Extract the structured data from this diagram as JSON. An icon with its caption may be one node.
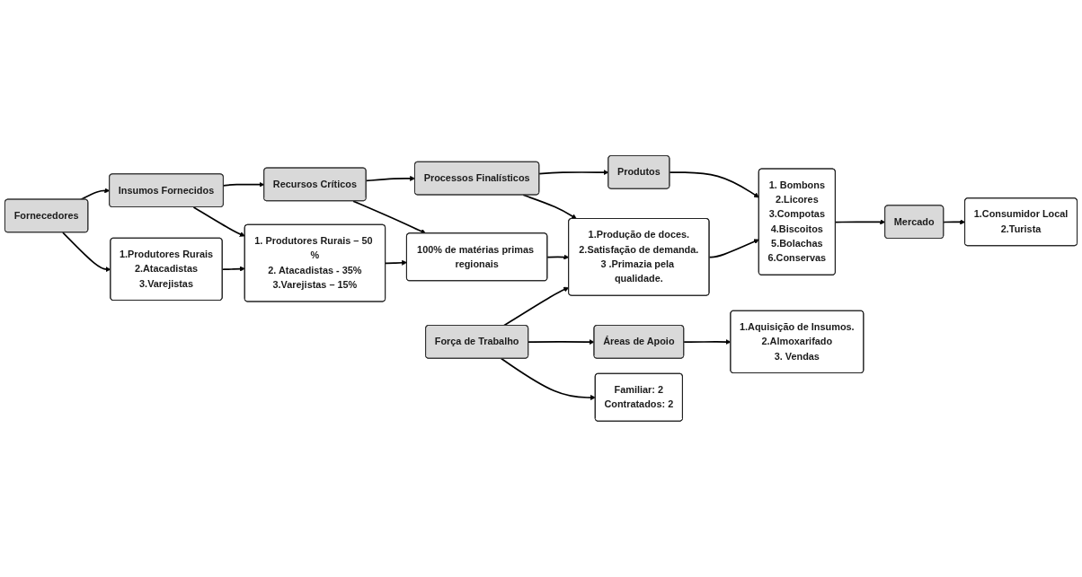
{
  "diagram": {
    "nodes": [
      {
        "text": [
          "Fornecedores"
        ]
      },
      {
        "text": [
          "Insumos Fornecidos"
        ]
      },
      {
        "text": [
          "Recursos Críticos"
        ]
      },
      {
        "text": [
          "Processos Finalísticos"
        ]
      },
      {
        "text": [
          "Produtos"
        ]
      },
      {
        "text": [
          "1.Produtores Rurais",
          "2.Atacadistas",
          "3.Varejistas"
        ]
      },
      {
        "text": [
          "1. Produtores Rurais – 50 %",
          "2. Atacadistas - 35%",
          "3.Varejistas – 15%"
        ]
      },
      {
        "text": [
          "100% de matérias primas regionais"
        ]
      },
      {
        "text": [
          "1.Produção de doces.",
          "2.Satisfação de demanda.",
          "3 .Primazia pela qualidade."
        ]
      },
      {
        "text": [
          "1. Bombons",
          "2.Licores",
          "3.Compotas",
          "4.Biscoitos",
          "5.Bolachas",
          "6.Conservas"
        ]
      },
      {
        "text": [
          "Força de Trabalho"
        ]
      },
      {
        "text": [
          "Áreas de Apoio"
        ]
      },
      {
        "text": [
          "Mercado"
        ]
      },
      {
        "text": [
          "Familiar: 2",
          "Contratados: 2"
        ]
      },
      {
        "text": [
          "1.Aquisição de Insumos.",
          "2.Almoxarifado",
          "3. Vendas"
        ]
      },
      {
        "text": [
          "1.Consumidor Local",
          "2.Turista"
        ]
      }
    ],
    "edges": [
      {
        "from": 0,
        "to": 1,
        "arrow": "to"
      },
      {
        "from": 1,
        "to": 2,
        "arrow": "to"
      },
      {
        "from": 2,
        "to": 3,
        "arrow": "to"
      },
      {
        "from": 3,
        "to": 4,
        "arrow": "to"
      },
      {
        "from": 0,
        "to": 5,
        "arrow": "to"
      },
      {
        "from": 1,
        "to": 6,
        "arrow": "to"
      },
      {
        "from": 2,
        "to": 7,
        "arrow": "to"
      },
      {
        "from": 3,
        "to": 8,
        "arrow": "to"
      },
      {
        "from": 4,
        "to": 9,
        "arrow": "to"
      },
      {
        "from": 5,
        "to": 6,
        "arrow": "to"
      },
      {
        "from": 6,
        "to": 7,
        "arrow": "to"
      },
      {
        "from": 7,
        "to": 8,
        "arrow": "to"
      },
      {
        "from": 8,
        "to": 9,
        "arrow": "to"
      },
      {
        "from": 10,
        "to": 8,
        "arrow": "to"
      },
      {
        "from": 10,
        "to": 11,
        "arrow": "to"
      },
      {
        "from": 9,
        "to": 12,
        "arrow": "to"
      },
      {
        "from": 10,
        "to": 13,
        "arrow": "to"
      },
      {
        "from": 11,
        "to": 14,
        "arrow": "to"
      },
      {
        "from": 12,
        "to": 15,
        "arrow": "to"
      }
    ]
  }
}
